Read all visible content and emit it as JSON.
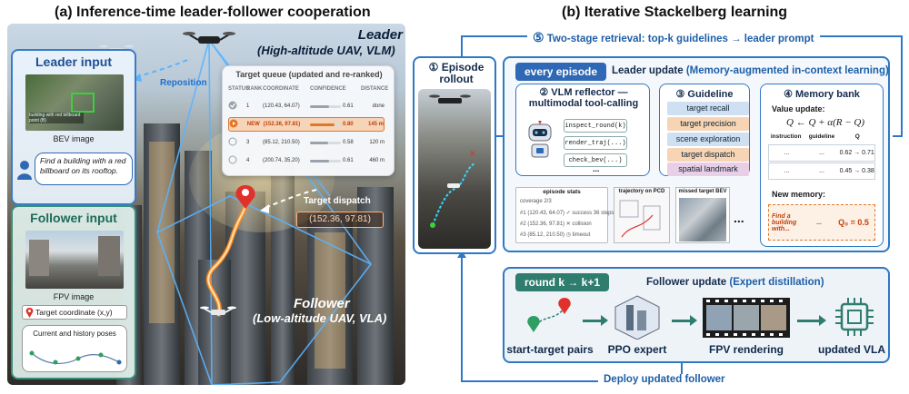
{
  "titles": {
    "left": "(a) Inference-time leader-follower cooperation",
    "right": "(b) Iterative Stackelberg learning"
  },
  "left": {
    "leader_label_1": "Leader",
    "leader_label_2": "(High-altitude UAV, VLM)",
    "follower_label_1": "Follower",
    "follower_label_2": "(Low-altitude UAV, VLA)",
    "reposition": "Reposition",
    "target_dispatch": "Target dispatch",
    "dispatch_coord": "(152.36, 97.81)",
    "leader_input": {
      "title": "Leader input",
      "bev_caption": "BEV image",
      "bev_overlay": "building with red billboard point (B)",
      "instruction": "Find a building with a red billboard on its rooftop."
    },
    "follower_input": {
      "title": "Follower input",
      "fpv_caption": "FPV image",
      "target_coord": "Target coordinate (x,y)",
      "poses": "Current and history poses"
    },
    "queue": {
      "title": "Target queue (updated and re-ranked)",
      "headers": [
        "STATUS",
        "RANK",
        "COORDINATE",
        "CONFIDENCE",
        "DISTANCE"
      ],
      "rows": [
        {
          "rank": "1",
          "coord": "(120.43, 64.07)",
          "conf": 0.61,
          "conf_text": "0.61",
          "dist": "done",
          "status": "done"
        },
        {
          "rank": "NEW",
          "coord": "(152.36, 97.81)",
          "conf": 0.8,
          "conf_text": "0.80",
          "dist": "145 m",
          "status": "active"
        },
        {
          "rank": "3",
          "coord": "(85.12, 210.50)",
          "conf": 0.58,
          "conf_text": "0.58",
          "dist": "120 m",
          "status": "pending"
        },
        {
          "rank": "4",
          "coord": "(200.74, 35.20)",
          "conf": 0.61,
          "conf_text": "0.61",
          "dist": "460 m",
          "status": "pending"
        }
      ]
    }
  },
  "right": {
    "retrieval_num": "⑤",
    "retrieval": "Two-stage retrieval: top-k guidelines → leader prompt",
    "episode_num": "①",
    "episode_rollout": "Episode rollout",
    "every_episode": "every episode",
    "leader_update": "Leader update",
    "leader_update_sub": "(Memory-augmented in-context learning)",
    "reflector_num": "②",
    "reflector_title": "VLM reflector — multimodal tool-calling",
    "tools": [
      "inspect_round(k)",
      "render_traj(...)",
      "check_bev(...)"
    ],
    "ellipsis": "...",
    "guideline_num": "③",
    "guideline_title": "Guideline",
    "guidelines": [
      "target recall",
      "target precision",
      "scene exploration",
      "target dispatch",
      "spatial landmark"
    ],
    "memory_num": "④",
    "memory_title": "Memory bank",
    "value_update_label": "Value update:",
    "value_update_formula": "Q ← Q + α(R − Q)",
    "mem_headers": [
      "instruction",
      "guideline",
      "Q"
    ],
    "mem_rows": [
      {
        "instr": "...",
        "guide": "...",
        "q": "0.62 → 0.71"
      },
      {
        "instr": "...",
        "guide": "...",
        "q": "0.45 → 0.38"
      }
    ],
    "new_memory_label": "New memory:",
    "new_memory": {
      "instr": "Find a building with...",
      "guide": "...",
      "q": "Q₀ = 0.5"
    },
    "stats": {
      "episode_stats": "episode stats",
      "coverage": "coverage 2/3",
      "rows": [
        "#1 (120.43, 64.07) ✓ success 36 steps",
        "#2 (152.36, 97.81) ✕ collision",
        "#3 (85.12, 210.50) ◷ timeout"
      ],
      "traj_caption": "trajectory on PCD",
      "bev_caption": "missed target BEV",
      "more": "..."
    },
    "round": "round k → k+1",
    "follower_update": "Follower update",
    "follower_update_sub": "(Expert distillation)",
    "stages": [
      "start-target pairs",
      "PPO expert",
      "FPV rendering",
      "updated VLA"
    ],
    "deploy": "Deploy updated follower"
  }
}
